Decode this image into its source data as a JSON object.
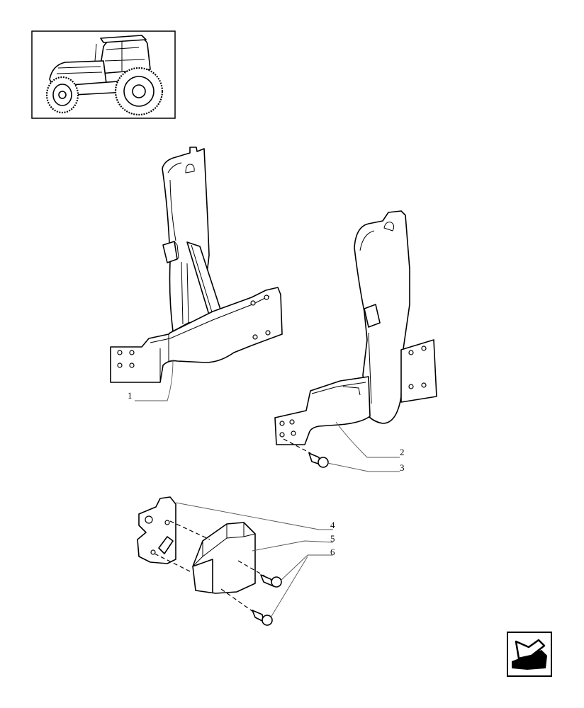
{
  "thumbnail": {
    "icon": "tractor-icon"
  },
  "callouts": [
    {
      "id": "c1",
      "label": "1"
    },
    {
      "id": "c2",
      "label": "2"
    },
    {
      "id": "c3",
      "label": "3"
    },
    {
      "id": "c4",
      "label": "4"
    },
    {
      "id": "c5",
      "label": "5"
    },
    {
      "id": "c6",
      "label": "6"
    }
  ],
  "navigation": {
    "icon": "back-arrow-icon"
  },
  "colors": {
    "line": "#000000",
    "background": "#ffffff",
    "leader": "#555555"
  }
}
